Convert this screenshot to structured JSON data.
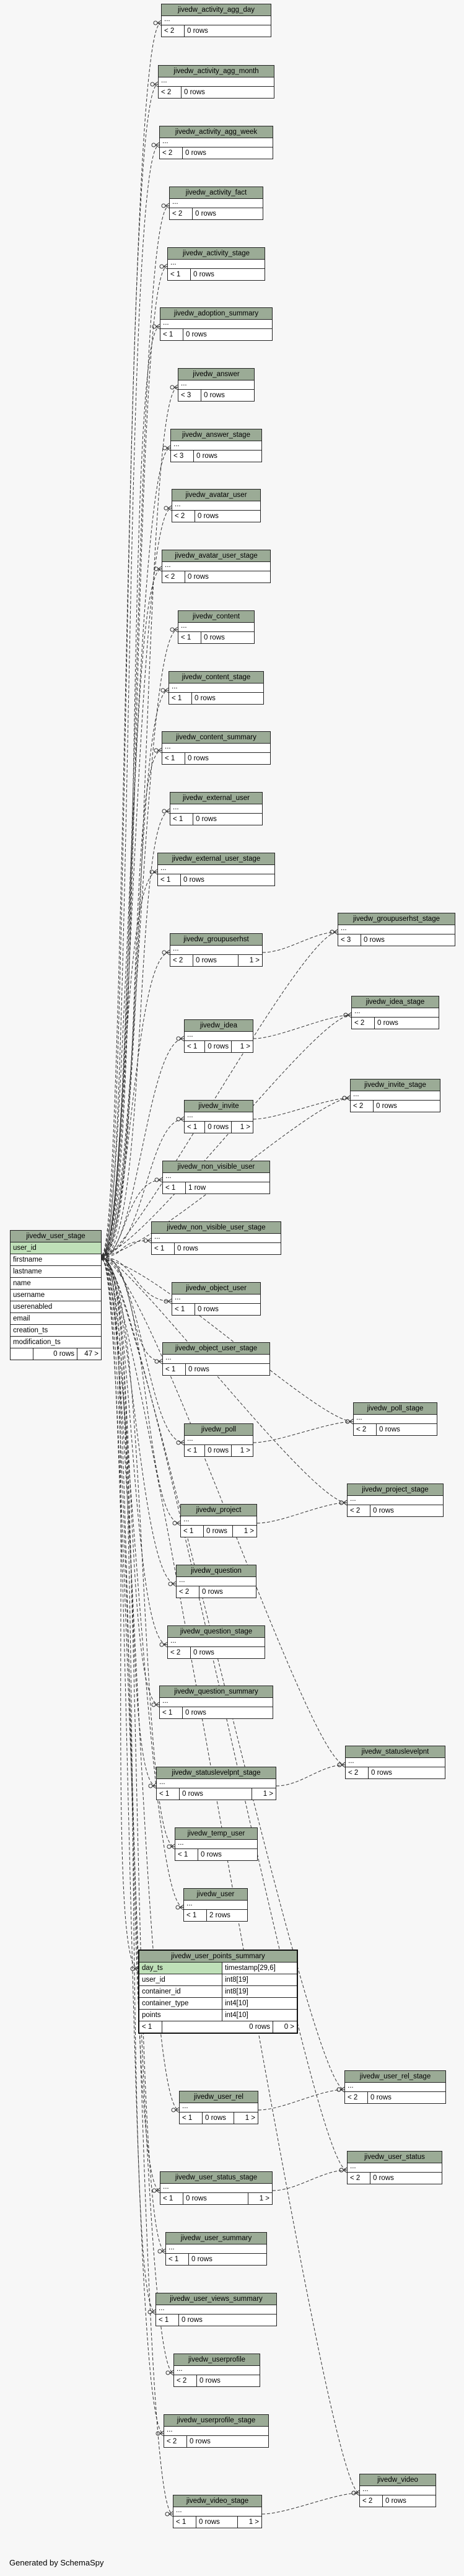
{
  "footer_text": "Generated by SchemaSpy",
  "colors": {
    "header": "#9bab96",
    "key_column": "#bfe0b8",
    "line": "#333333",
    "background": "#f7f7f7"
  },
  "main_table": {
    "name": "jivedw_user_stage",
    "columns": [
      "user_id",
      "firstname",
      "lastname",
      "name",
      "username",
      "userenabled",
      "email",
      "creation_ts",
      "modification_ts"
    ],
    "rows": "0 rows",
    "children": "47 >"
  },
  "points_table": {
    "name": "jivedw_user_points_summary",
    "columns": [
      {
        "name": "day_ts",
        "type": "timestamp[29,6]"
      },
      {
        "name": "user_id",
        "type": "int8[19]"
      },
      {
        "name": "container_id",
        "type": "int8[19]"
      },
      {
        "name": "container_type",
        "type": "int4[10]"
      },
      {
        "name": "points",
        "type": "int4[10]"
      }
    ],
    "parents": "< 1",
    "rows": "0 rows",
    "children": "0 >"
  },
  "tables": [
    {
      "name": "jivedw_activity_agg_day",
      "parents": "< 2",
      "rows": "0 rows",
      "children": ""
    },
    {
      "name": "jivedw_activity_agg_month",
      "parents": "< 2",
      "rows": "0 rows",
      "children": ""
    },
    {
      "name": "jivedw_activity_agg_week",
      "parents": "< 2",
      "rows": "0 rows",
      "children": ""
    },
    {
      "name": "jivedw_activity_fact",
      "parents": "< 2",
      "rows": "0 rows",
      "children": ""
    },
    {
      "name": "jivedw_activity_stage",
      "parents": "< 1",
      "rows": "0 rows",
      "children": ""
    },
    {
      "name": "jivedw_adoption_summary",
      "parents": "< 1",
      "rows": "0 rows",
      "children": ""
    },
    {
      "name": "jivedw_answer",
      "parents": "< 3",
      "rows": "0 rows",
      "children": ""
    },
    {
      "name": "jivedw_answer_stage",
      "parents": "< 3",
      "rows": "0 rows",
      "children": ""
    },
    {
      "name": "jivedw_avatar_user",
      "parents": "< 2",
      "rows": "0 rows",
      "children": ""
    },
    {
      "name": "jivedw_avatar_user_stage",
      "parents": "< 2",
      "rows": "0 rows",
      "children": ""
    },
    {
      "name": "jivedw_content",
      "parents": "< 1",
      "rows": "0 rows",
      "children": ""
    },
    {
      "name": "jivedw_content_stage",
      "parents": "< 1",
      "rows": "0 rows",
      "children": ""
    },
    {
      "name": "jivedw_content_summary",
      "parents": "< 1",
      "rows": "0 rows",
      "children": ""
    },
    {
      "name": "jivedw_external_user",
      "parents": "< 1",
      "rows": "0 rows",
      "children": ""
    },
    {
      "name": "jivedw_external_user_stage",
      "parents": "< 1",
      "rows": "0 rows",
      "children": ""
    },
    {
      "name": "jivedw_groupuserhst",
      "parents": "< 2",
      "rows": "0 rows",
      "children": "1 >"
    },
    {
      "name": "jivedw_groupuserhst_stage",
      "parents": "< 3",
      "rows": "0 rows",
      "children": ""
    },
    {
      "name": "jivedw_idea",
      "parents": "< 1",
      "rows": "0 rows",
      "children": "1 >"
    },
    {
      "name": "jivedw_idea_stage",
      "parents": "< 2",
      "rows": "0 rows",
      "children": ""
    },
    {
      "name": "jivedw_invite",
      "parents": "< 1",
      "rows": "0 rows",
      "children": "1 >"
    },
    {
      "name": "jivedw_invite_stage",
      "parents": "< 2",
      "rows": "0 rows",
      "children": ""
    },
    {
      "name": "jivedw_non_visible_user",
      "parents": "< 1",
      "rows": "1 row",
      "children": ""
    },
    {
      "name": "jivedw_non_visible_user_stage",
      "parents": "< 1",
      "rows": "0 rows",
      "children": ""
    },
    {
      "name": "jivedw_object_user",
      "parents": "< 1",
      "rows": "0 rows",
      "children": ""
    },
    {
      "name": "jivedw_object_user_stage",
      "parents": "< 1",
      "rows": "0 rows",
      "children": ""
    },
    {
      "name": "jivedw_poll",
      "parents": "< 1",
      "rows": "0 rows",
      "children": "1 >"
    },
    {
      "name": "jivedw_poll_stage",
      "parents": "< 2",
      "rows": "0 rows",
      "children": ""
    },
    {
      "name": "jivedw_project",
      "parents": "< 1",
      "rows": "0 rows",
      "children": "1 >"
    },
    {
      "name": "jivedw_project_stage",
      "parents": "< 2",
      "rows": "0 rows",
      "children": ""
    },
    {
      "name": "jivedw_question",
      "parents": "< 2",
      "rows": "0 rows",
      "children": ""
    },
    {
      "name": "jivedw_question_stage",
      "parents": "< 2",
      "rows": "0 rows",
      "children": ""
    },
    {
      "name": "jivedw_question_summary",
      "parents": "< 1",
      "rows": "0 rows",
      "children": ""
    },
    {
      "name": "jivedw_statuslevelpnt_stage",
      "parents": "< 1",
      "rows": "0 rows",
      "children": "1 >"
    },
    {
      "name": "jivedw_statuslevelpnt",
      "parents": "< 2",
      "rows": "0 rows",
      "children": ""
    },
    {
      "name": "jivedw_temp_user",
      "parents": "< 1",
      "rows": "0 rows",
      "children": ""
    },
    {
      "name": "jivedw_user",
      "parents": "< 1",
      "rows": "2 rows",
      "children": ""
    },
    {
      "name": "jivedw_user_rel",
      "parents": "< 1",
      "rows": "0 rows",
      "children": "1 >"
    },
    {
      "name": "jivedw_user_rel_stage",
      "parents": "< 2",
      "rows": "0 rows",
      "children": ""
    },
    {
      "name": "jivedw_user_status_stage",
      "parents": "< 1",
      "rows": "0 rows",
      "children": "1 >"
    },
    {
      "name": "jivedw_user_status",
      "parents": "< 2",
      "rows": "0 rows",
      "children": ""
    },
    {
      "name": "jivedw_user_summary",
      "parents": "< 1",
      "rows": "0 rows",
      "children": ""
    },
    {
      "name": "jivedw_user_views_summary",
      "parents": "< 1",
      "rows": "0 rows",
      "children": ""
    },
    {
      "name": "jivedw_userprofile",
      "parents": "< 2",
      "rows": "0 rows",
      "children": ""
    },
    {
      "name": "jivedw_userprofile_stage",
      "parents": "< 2",
      "rows": "0 rows",
      "children": ""
    },
    {
      "name": "jivedw_video_stage",
      "parents": "< 1",
      "rows": "0 rows",
      "children": "1 >"
    },
    {
      "name": "jivedw_video",
      "parents": "< 2",
      "rows": "0 rows",
      "children": ""
    }
  ]
}
